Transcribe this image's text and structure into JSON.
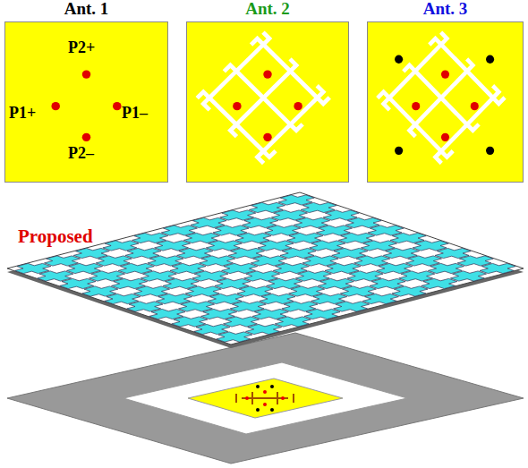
{
  "diagram": {
    "nodes": [
      {
        "text": [
          "Ant. 1"
        ]
      },
      {
        "text": [
          "Ant. 2"
        ]
      },
      {
        "text": [
          "Ant. 3"
        ]
      }
    ],
    "labels": [
      "P2+",
      "P1+",
      "P1–",
      "P2–",
      "Proposed"
    ]
  }
}
